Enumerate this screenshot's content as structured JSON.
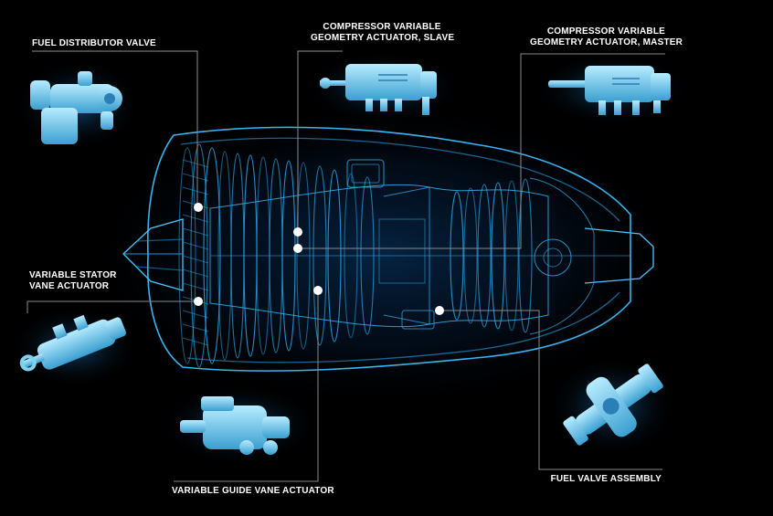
{
  "labels": {
    "fuel_distributor_valve": "FUEL DISTRIBUTOR VALVE",
    "cvg_slave_line1": "COMPRESSOR VARIABLE",
    "cvg_slave_line2": "GEOMETRY ACTUATOR, SLAVE",
    "cvg_master_line1": "COMPRESSOR VARIABLE",
    "cvg_master_line2": "GEOMETRY ACTUATOR, MASTER",
    "vsv_line1": "VARIABLE STATOR",
    "vsv_line2": "VANE ACTUATOR",
    "variable_guide_vane_actuator": "VARIABLE GUIDE VANE ACTUATOR",
    "fuel_valve_assembly": "FUEL VALVE ASSEMBLY"
  },
  "colors": {
    "background": "#000000",
    "wireframe": "#29a8e8",
    "glow": "#0b5ea8",
    "component": "#7fd3f2",
    "leader_line": "#8a8a8a",
    "marker": "#ffffff"
  }
}
